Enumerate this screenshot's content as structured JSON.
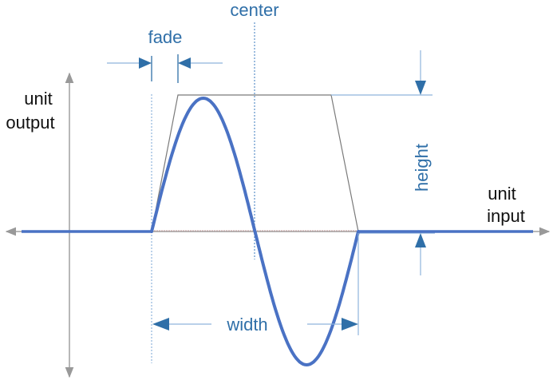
{
  "labels": {
    "center": "center",
    "fade": "fade",
    "height": "height",
    "width": "width",
    "unit_output_line1": "unit",
    "unit_output_line2": "output",
    "unit_input_line1": "unit",
    "unit_input_line2": "input"
  },
  "colors": {
    "curve": "#4a72c4",
    "dimension": "#2f6fa8",
    "guide_line": "#8fb4dc",
    "axis": "#999999",
    "envelope": "#7a7a7a",
    "text_dark": "#111111"
  }
}
